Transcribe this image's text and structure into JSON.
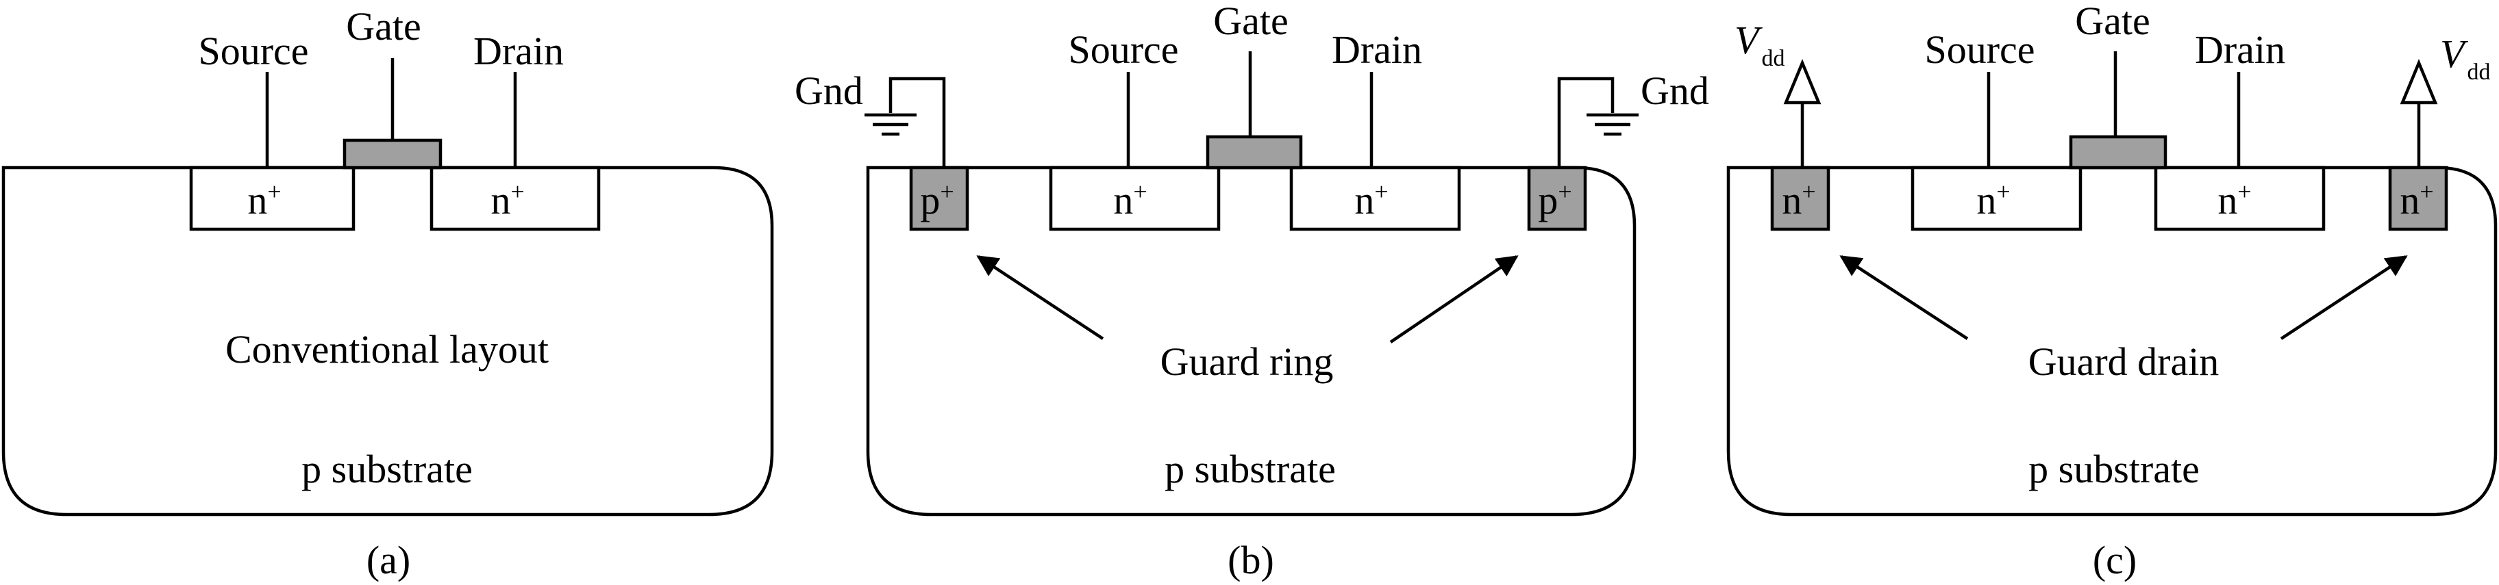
{
  "panels": [
    {
      "caption": "(a)",
      "terminals": {
        "source": "Source",
        "gate": "Gate",
        "drain": "Drain"
      },
      "diffusions": [
        {
          "base": "n",
          "sup": "+"
        },
        {
          "base": "n",
          "sup": "+"
        }
      ],
      "title": "Conventional layout",
      "substrate": "p substrate"
    },
    {
      "caption": "(b)",
      "terminals": {
        "source": "Source",
        "gate": "Gate",
        "drain": "Drain"
      },
      "diffusions": [
        {
          "base": "n",
          "sup": "+"
        },
        {
          "base": "n",
          "sup": "+"
        }
      ],
      "guard": {
        "base": "p",
        "sup": "+"
      },
      "supply_left": "Gnd",
      "supply_right": "Gnd",
      "title": "Guard ring",
      "substrate": "p substrate"
    },
    {
      "caption": "(c)",
      "terminals": {
        "source": "Source",
        "gate": "Gate",
        "drain": "Drain"
      },
      "diffusions": [
        {
          "base": "n",
          "sup": "+"
        },
        {
          "base": "n",
          "sup": "+"
        }
      ],
      "guard": {
        "base": "n",
        "sup": "+"
      },
      "supply": {
        "main": "V",
        "sub": "dd"
      },
      "title": "Guard drain",
      "substrate": "p substrate"
    }
  ],
  "colors": {
    "guard_fill": "#a0a0a0",
    "line": "#000000"
  },
  "icons": [
    "ground-icon",
    "vdd-arrow-icon",
    "pointer-arrow-icon"
  ]
}
